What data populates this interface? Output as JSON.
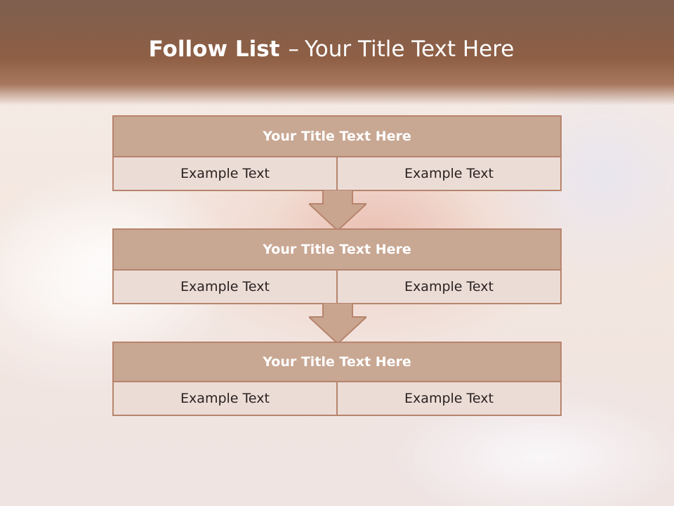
{
  "slide": {
    "title_bold": "Follow List",
    "title_dash": "–",
    "title_rest": "Your Title Text Here"
  },
  "steps": [
    {
      "title": "Your Title Text Here",
      "left_text": "Example Text",
      "right_text": "Example Text"
    },
    {
      "title": "Your Title Text Here",
      "left_text": "Example Text",
      "right_text": "Example Text"
    },
    {
      "title": "Your Title Text Here",
      "left_text": "Example Text",
      "right_text": "Example Text"
    }
  ],
  "colors": {
    "header": "#8e5f45",
    "box_fill": "#c8a793",
    "box_border": "#b7846d",
    "cell_fill": "#ebdcd6",
    "arrow_fill": "#c9a590"
  }
}
